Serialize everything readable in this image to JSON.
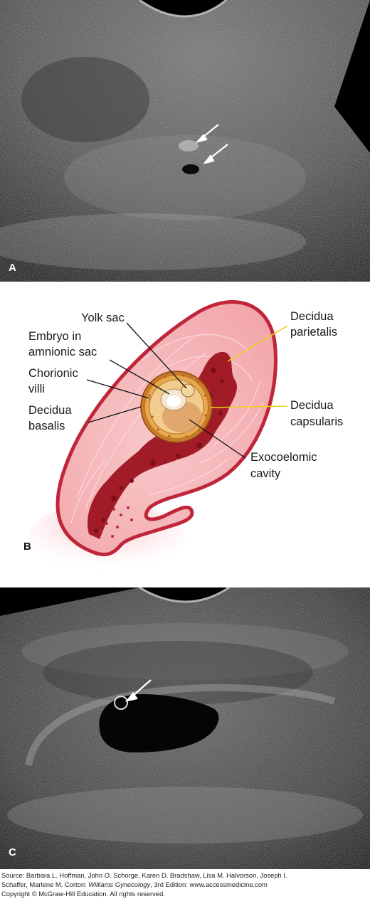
{
  "panels": {
    "a": {
      "letter": "A"
    },
    "b": {
      "letter": "B",
      "labels": {
        "yolk_sac": "Yolk sac",
        "embryo_line1": "Embryo in",
        "embryo_line2": "amnionic sac",
        "chorionic_line1": "Chorionic",
        "chorionic_line2": "villi",
        "basalis_line1": "Decidua",
        "basalis_line2": "basalis",
        "parietalis_line1": "Decidua",
        "parietalis_line2": "parietalis",
        "capsularis_line1": "Decidua",
        "capsularis_line2": "capsularis",
        "exocoelomic_line1": "Exocoelomic",
        "exocoelomic_line2": "cavity"
      }
    },
    "c": {
      "letter": "C"
    }
  },
  "caption": {
    "line1": "Source: Barbara L. Hoffman, John O. Schorge, Karen D. Bradshaw, Lisa M. Halvorson, Joseph I.",
    "line2_pre": "Schaffer, Marlene M. Corton: ",
    "line2_title": "Williams Gynecology",
    "line2_post": ", 3rd Edition: www.accessmedicine.com",
    "line3": "Copyright © McGraw-Hill Education. All rights reserved."
  },
  "colors": {
    "uterus_wall": "#c0263a",
    "uterus_fill": "#f6b9bd",
    "decidua_dark": "#9e1b24",
    "sac_outer": "#d38a2a",
    "sac_inner": "#f0c889",
    "leader_black": "#111111",
    "leader_yellow": "#e9d21a"
  }
}
